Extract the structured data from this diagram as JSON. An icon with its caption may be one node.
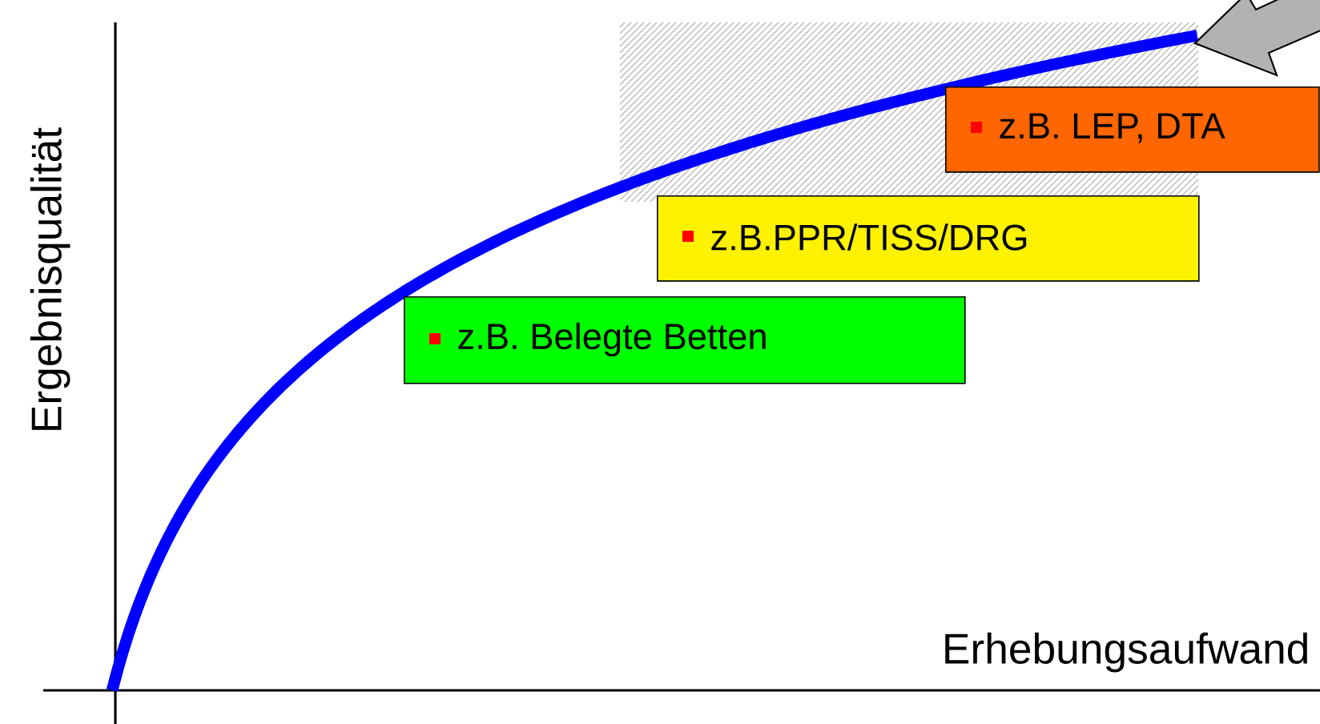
{
  "diagram": {
    "nodes": [
      {
        "text": [
          "z.B. LEP, DTA"
        ]
      },
      {
        "text": [
          "z.B.PPR/TISS/DRG"
        ]
      },
      {
        "text": [
          "z.B. Belegte Betten"
        ]
      }
    ],
    "labels": [
      "Ergebnisqualität",
      "Erhebungsaufwand"
    ]
  }
}
